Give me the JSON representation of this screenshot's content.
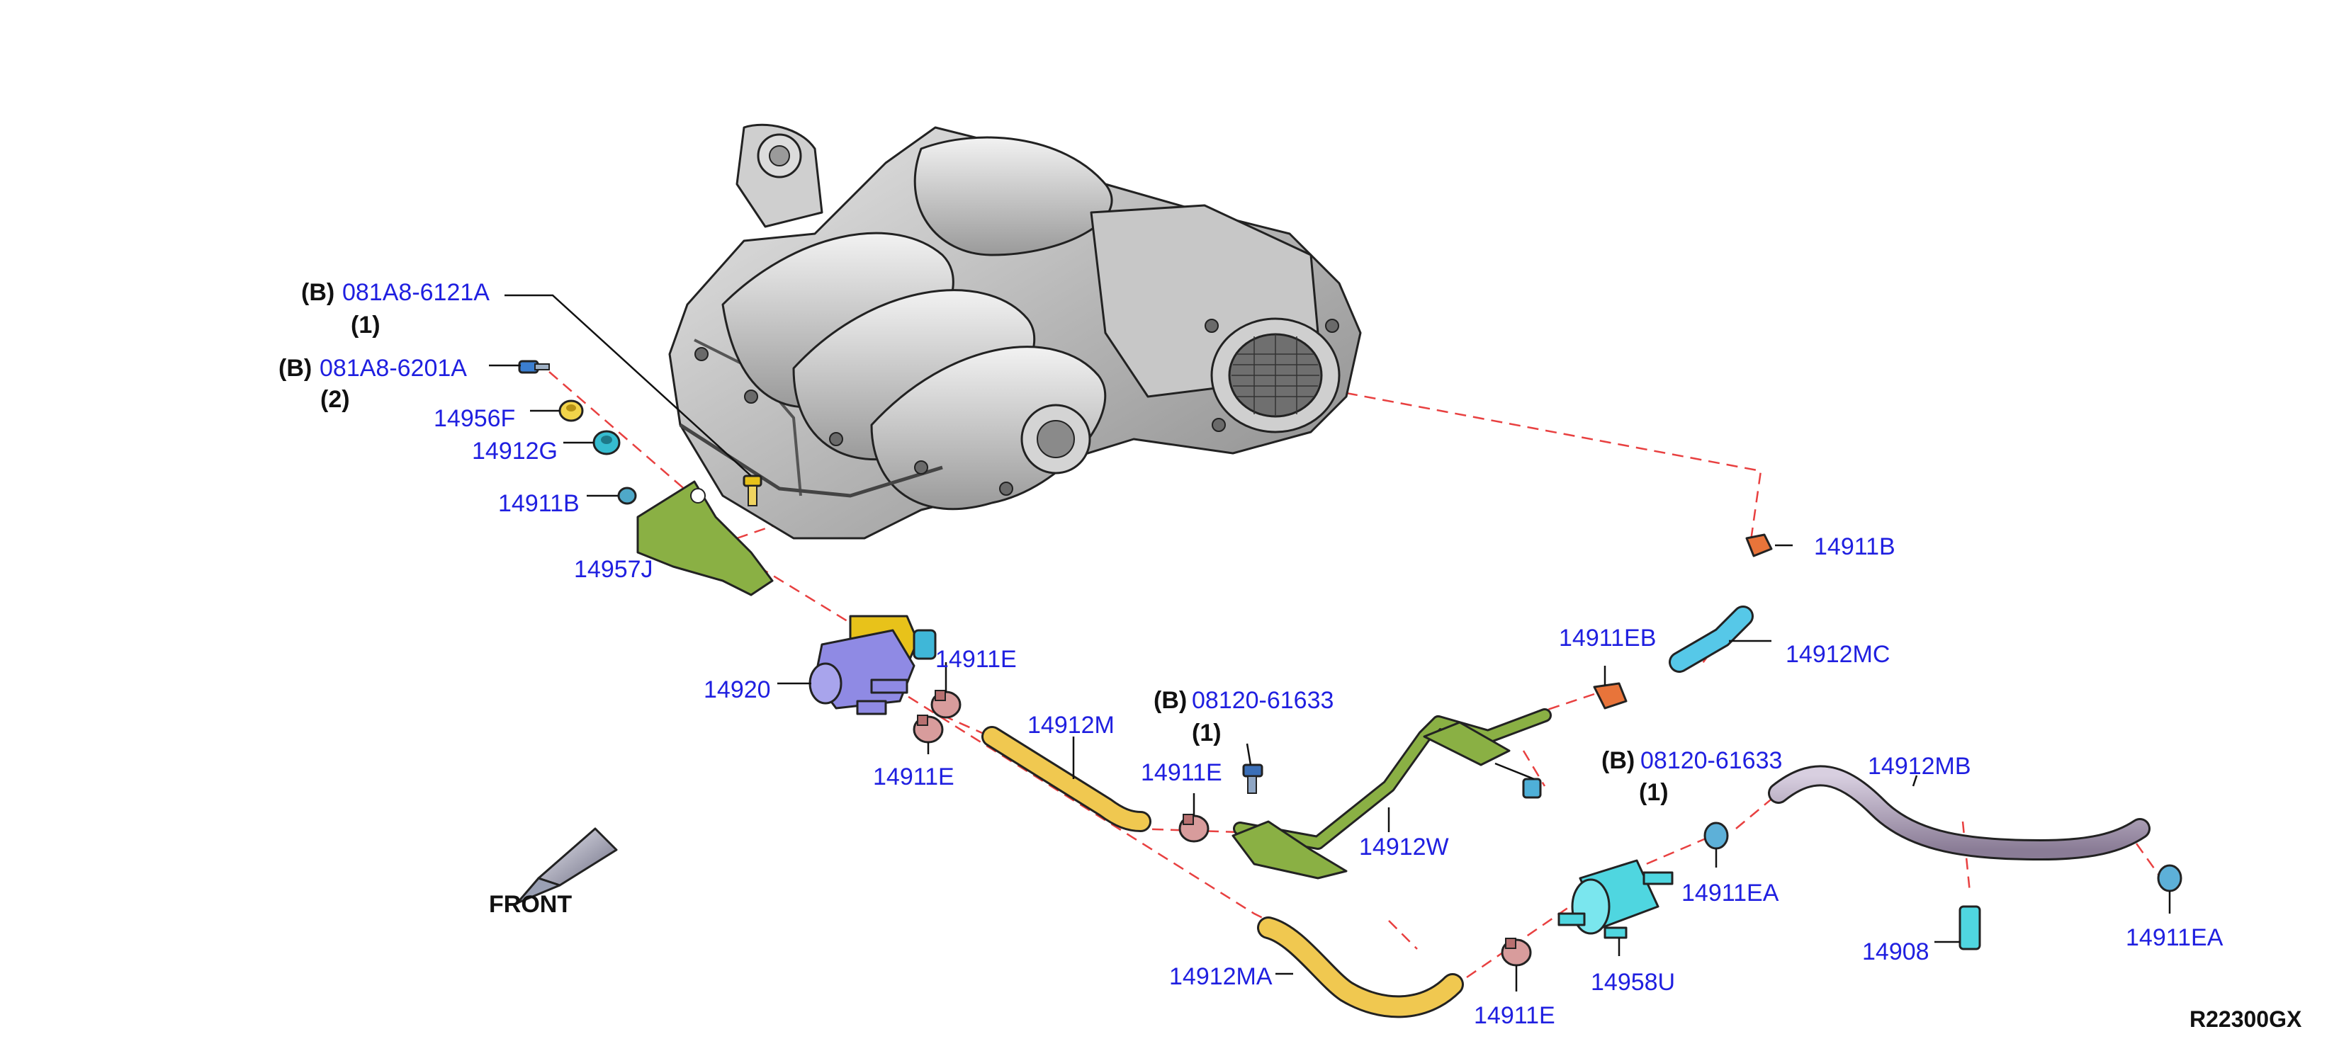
{
  "labels": {
    "bolt_081a8_6121a": "081A8-6121A",
    "qty_1a": "(1)",
    "bolt_081a8_6201a": "081A8-6201A",
    "qty_2": "(2)",
    "mark_b1": "(B)",
    "mark_b2": "(B)",
    "mark_b3": "(B)",
    "mark_b4": "(B)",
    "p14956f": "14956F",
    "p14912g": "14912G",
    "p14911b": "14911B",
    "p14957j": "14957J",
    "p14920": "14920",
    "p14911e_a": "14911E",
    "p14911e_b": "14911E",
    "p14912m": "14912M",
    "bolt_08120_a": "08120-61633",
    "qty_1b": "(1)",
    "p14911e_c": "14911E",
    "p14912w": "14912W",
    "p14911eb": "14911EB",
    "p14912mc": "14912MC",
    "p14911b_top": "14911B",
    "bolt_08120_b": "08120-61633",
    "qty_1c": "(1)",
    "p14912mb": "14912MB",
    "p14911ea_a": "14911EA",
    "p14911ea_b": "14911EA",
    "p14908": "14908",
    "p14958u": "14958U",
    "p14912ma": "14912MA",
    "p14911e_d": "14911E",
    "front": "FRONT",
    "diagram_code": "R22300GX"
  },
  "colors": {
    "label_blue": "#1f1fe0",
    "dashed_red": "#e84040",
    "manifold_gray": "#b9b9b9",
    "hose_yellow": "#f2c94c",
    "bracket_green": "#7fae3a",
    "valve_purple": "#8a86e0",
    "hose_cyan": "#56c8e8",
    "hose_mauve": "#a89cb0",
    "clamp_pink": "#d9a0a0",
    "clamp_orange": "#e87a40",
    "bolt_yellow": "#e8c21a",
    "canister_cyan": "#4fd6e0"
  }
}
